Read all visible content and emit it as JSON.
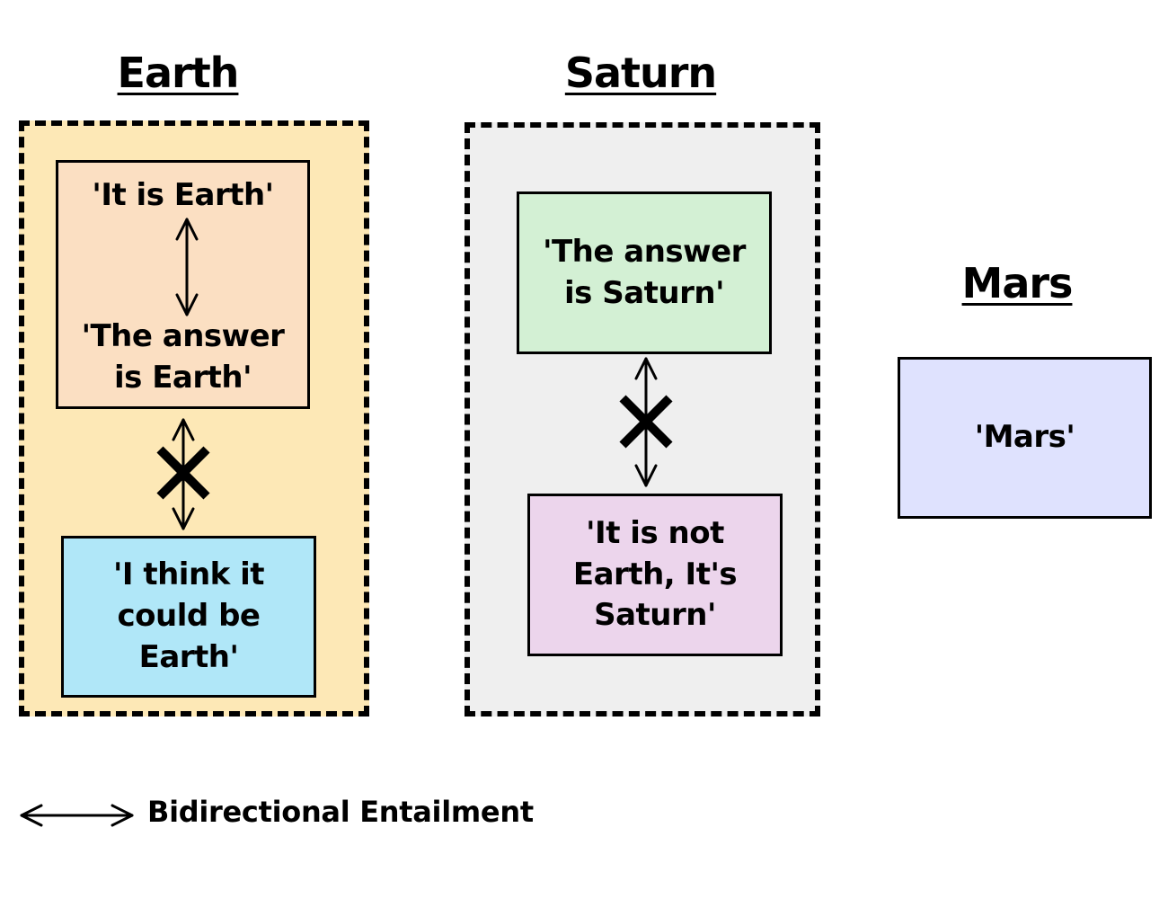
{
  "groups": {
    "earth": {
      "title": "Earth",
      "fill": "#fde8b6",
      "statement_1": "'It is Earth'",
      "statement_2": "'The answer is Earth'",
      "statement_1_2_fill": "#fbdfc2",
      "statement_3": "'I think it could be Earth'",
      "statement_3_fill": "#b0e7f8"
    },
    "saturn": {
      "title": "Saturn",
      "fill": "#efefef",
      "statement_1": "'The answer is Saturn'",
      "statement_1_fill": "#d3f0d4",
      "statement_2": "'It is not Earth, It's Saturn'",
      "statement_2_fill": "#ecd5ec"
    },
    "mars": {
      "title": "Mars",
      "statement_1": "'Mars'",
      "statement_1_fill": "#dfe2fe"
    }
  },
  "legend": {
    "label": "Bidirectional Entailment",
    "icon": "double-arrow-icon"
  },
  "relations": {
    "entailment_icon": "double-arrow-icon",
    "non_entailment_icon": "crossed-double-arrow-icon"
  }
}
